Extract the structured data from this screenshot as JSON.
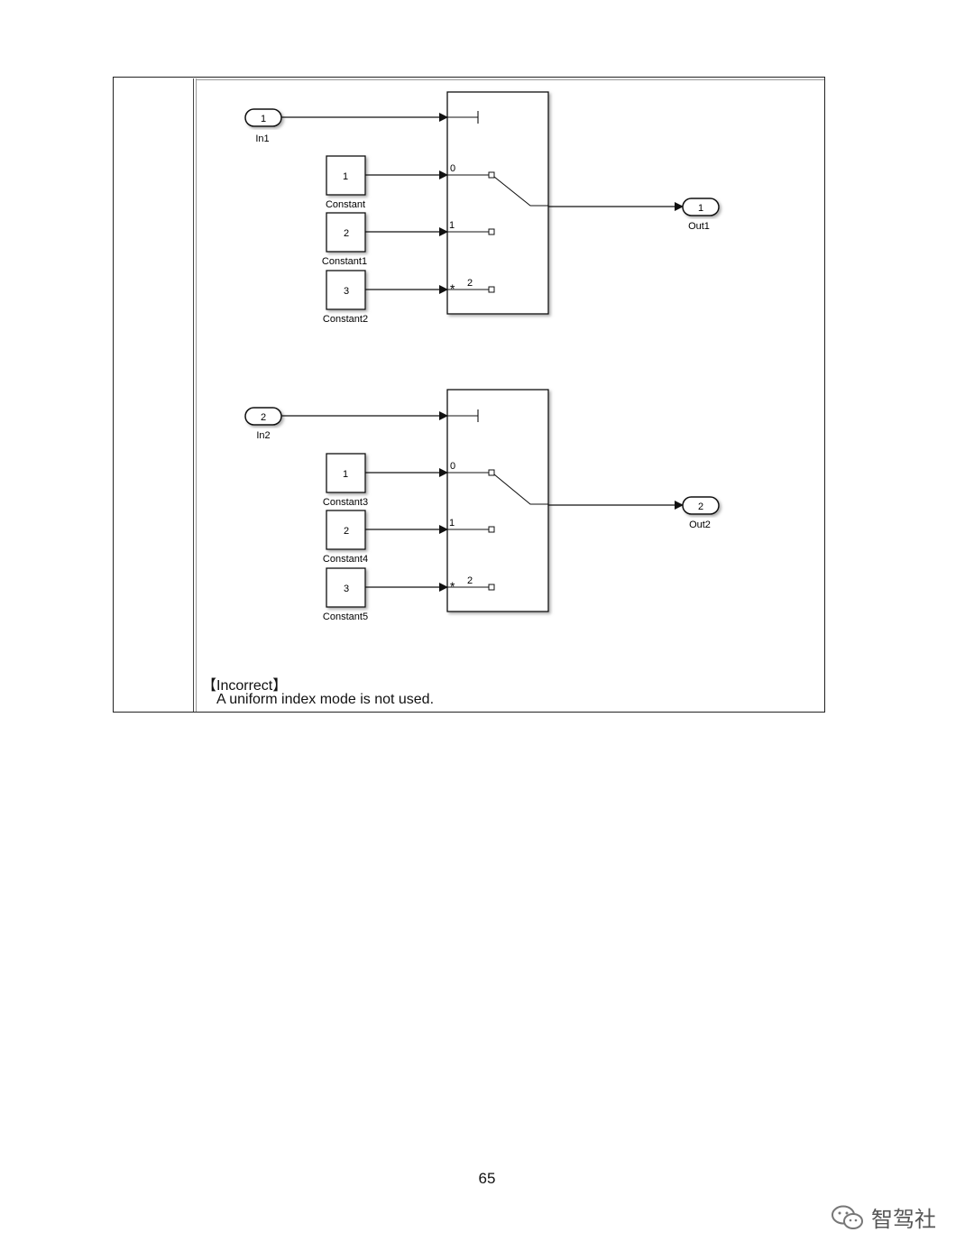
{
  "diagram1": {
    "inport": {
      "number": "1",
      "label": "In1"
    },
    "constants": [
      {
        "value": "1",
        "label": "Constant"
      },
      {
        "value": "2",
        "label": "Constant1"
      },
      {
        "value": "3",
        "label": "Constant2"
      }
    ],
    "switch_ports": [
      "0",
      "1",
      "2"
    ],
    "outport": {
      "number": "1",
      "label": "Out1"
    }
  },
  "diagram2": {
    "inport": {
      "number": "2",
      "label": "In2"
    },
    "constants": [
      {
        "value": "1",
        "label": "Constant3"
      },
      {
        "value": "2",
        "label": "Constant4"
      },
      {
        "value": "3",
        "label": "Constant5"
      }
    ],
    "switch_ports": [
      "0",
      "1",
      "2"
    ],
    "outport": {
      "number": "2",
      "label": "Out2"
    }
  },
  "caption": {
    "title": "【Incorrect】",
    "text": "A uniform index mode is not used."
  },
  "page_number": "65",
  "watermark": {
    "text": "智驾社",
    "icon": "wechat-icon"
  }
}
